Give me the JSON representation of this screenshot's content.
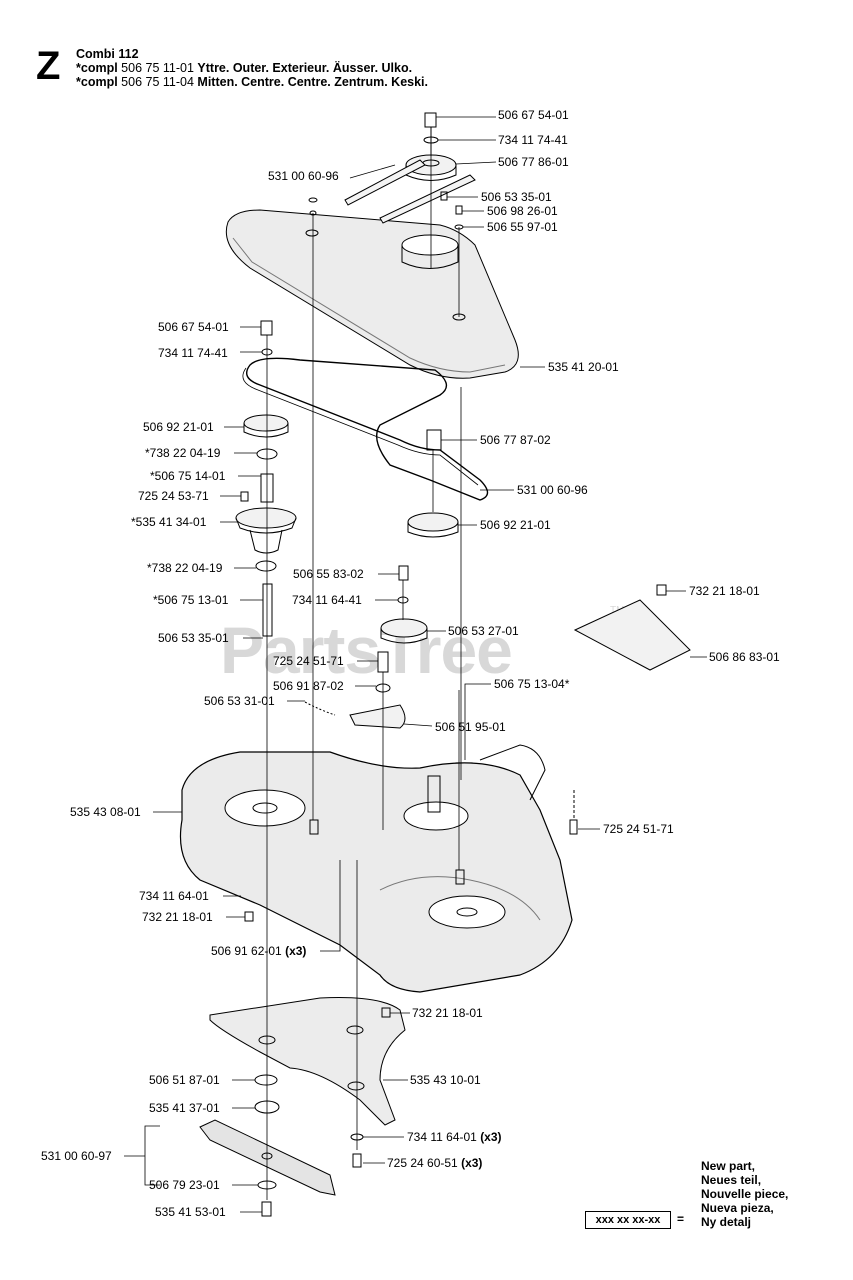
{
  "header": {
    "section_letter": "Z",
    "model": "Combi 112",
    "line1_prefix": "*compl",
    "line1_code": "506 75 11-01",
    "line1_desc": "Yttre. Outer. Exterieur. Äusser. Ulko.",
    "line2_prefix": "*compl",
    "line2_code": "506 75 11-04",
    "line2_desc": "Mitten. Centre. Centre. Zentrum. Keski."
  },
  "watermark": {
    "text": "PartsTree",
    "tm": "TM"
  },
  "parts": [
    {
      "id": "p01",
      "text": "506 67 54-01"
    },
    {
      "id": "p02",
      "text": "734 11 74-41"
    },
    {
      "id": "p03",
      "text": "506 77 86-01"
    },
    {
      "id": "p04",
      "text": "531 00 60-96"
    },
    {
      "id": "p05",
      "text": "506 53 35-01"
    },
    {
      "id": "p06",
      "text": "506 98 26-01"
    },
    {
      "id": "p07",
      "text": "506 55 97-01"
    },
    {
      "id": "p08",
      "text": "535 41 20-01"
    },
    {
      "id": "p09",
      "text": "506 67 54-01"
    },
    {
      "id": "p10",
      "text": "734 11 74-41"
    },
    {
      "id": "p11",
      "text": "506 92 21-01"
    },
    {
      "id": "p12",
      "text": "*738 22 04-19"
    },
    {
      "id": "p13",
      "text": "*506 75 14-01"
    },
    {
      "id": "p14",
      "text": "725 24 53-71"
    },
    {
      "id": "p15",
      "text": "*535 41 34-01"
    },
    {
      "id": "p16",
      "text": "506 77 87-02"
    },
    {
      "id": "p17",
      "text": "531 00 60-96"
    },
    {
      "id": "p18",
      "text": "506 92 21-01"
    },
    {
      "id": "p19",
      "text": "*738 22 04-19"
    },
    {
      "id": "p20",
      "text": "506 55 83-02"
    },
    {
      "id": "p21",
      "text": "*506 75 13-01"
    },
    {
      "id": "p22",
      "text": "734 11 64-41"
    },
    {
      "id": "p23",
      "text": "506 53 27-01"
    },
    {
      "id": "p24",
      "text": "506 53 35-01"
    },
    {
      "id": "p25",
      "text": "725 24 51-71"
    },
    {
      "id": "p26",
      "text": "506 91 87-02"
    },
    {
      "id": "p27",
      "text": "506 53 31-01"
    },
    {
      "id": "p28",
      "text": "506 51 95-01"
    },
    {
      "id": "p29",
      "text": "506 75 13-04*"
    },
    {
      "id": "p30",
      "text": "732 21 18-01"
    },
    {
      "id": "p31",
      "text": "506 86 83-01"
    },
    {
      "id": "p32",
      "text": "535 43 08-01"
    },
    {
      "id": "p33",
      "text": "725 24 51-71"
    },
    {
      "id": "p34",
      "text": "734 11 64-01"
    },
    {
      "id": "p35",
      "text": "732 21 18-01"
    },
    {
      "id": "p36",
      "text": "506 91 62-01",
      "suffix": "(x3)"
    },
    {
      "id": "p37",
      "text": "732 21 18-01"
    },
    {
      "id": "p38",
      "text": "506 51 87-01"
    },
    {
      "id": "p39",
      "text": "535 43 10-01"
    },
    {
      "id": "p40",
      "text": "535 41 37-01"
    },
    {
      "id": "p41",
      "text": "734 11 64-01",
      "suffix": "(x3)"
    },
    {
      "id": "p42",
      "text": "531 00 60-97"
    },
    {
      "id": "p43",
      "text": "725 24 60-51",
      "suffix": "(x3)"
    },
    {
      "id": "p44",
      "text": "506 79 23-01"
    },
    {
      "id": "p45",
      "text": "535 41 53-01"
    }
  ],
  "legend": {
    "lines": [
      "New part,",
      "Neues teil,",
      "Nouvelle piece,",
      "Nueva pieza,",
      "Ny detalj"
    ],
    "box": "xxx xx xx-xx",
    "eq": "="
  }
}
